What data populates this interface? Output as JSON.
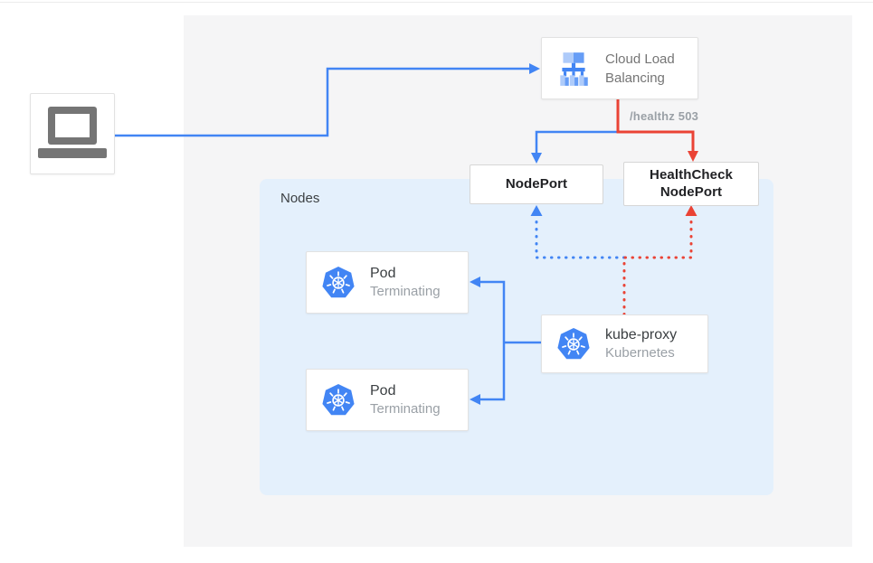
{
  "colors": {
    "blue": "#4285f4",
    "red": "#ea4335",
    "light_blue_fill": "#aecbfa",
    "mid_blue_fill": "#669df6",
    "nodes_bg": "#e4f0fc",
    "panel_bg": "#f5f5f6",
    "gray_text": "#757575",
    "subtitle_gray": "#9aa0a6"
  },
  "labels": {
    "nodes_group": "Nodes",
    "healthz": "/healthz 503"
  },
  "nodes": {
    "client": {
      "icon": "laptop-icon"
    },
    "load_balancer": {
      "line1": "Cloud Load",
      "line2": "Balancing",
      "icon": "cloud-load-balancing-icon"
    },
    "nodeport": {
      "label": "NodePort"
    },
    "healthcheck_nodeport": {
      "line1": "HealthCheck",
      "line2": "NodePort"
    },
    "pod1": {
      "title": "Pod",
      "subtitle": "Terminating",
      "icon": "kubernetes-icon"
    },
    "pod2": {
      "title": "Pod",
      "subtitle": "Terminating",
      "icon": "kubernetes-icon"
    },
    "kube_proxy": {
      "title": "kube-proxy",
      "subtitle": "Kubernetes",
      "icon": "kubernetes-icon"
    }
  }
}
